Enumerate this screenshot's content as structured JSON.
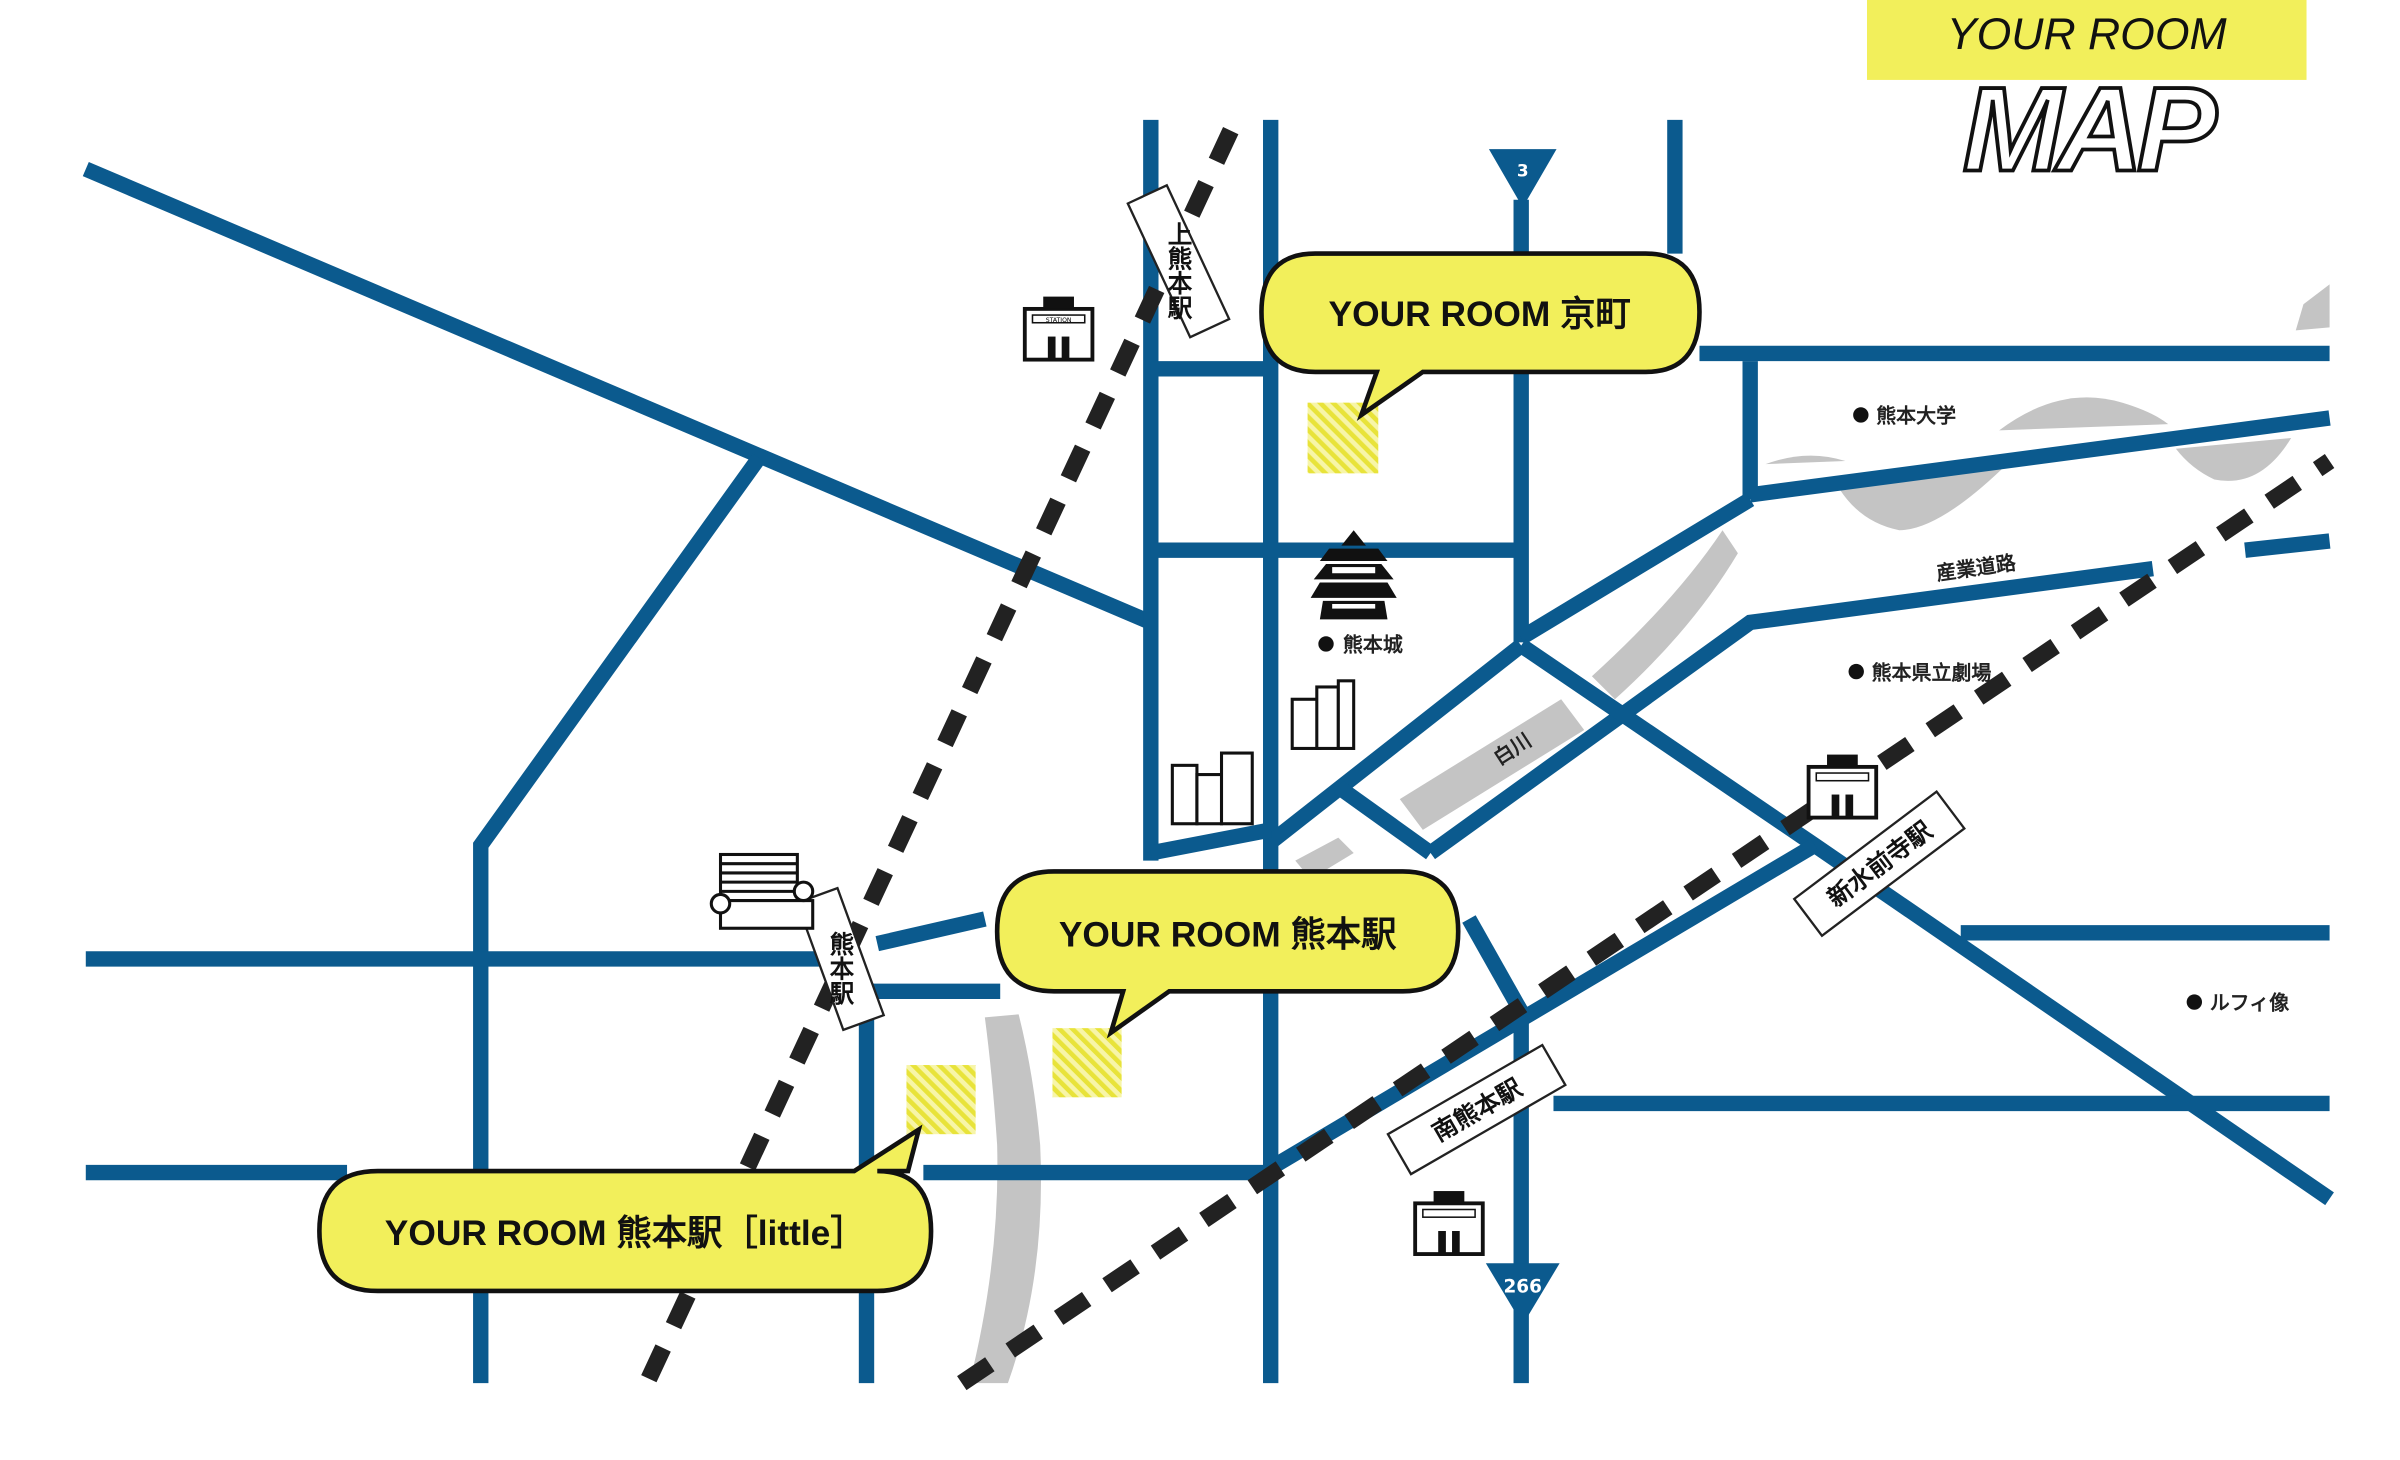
{
  "title": {
    "top": "YOUR ROOM",
    "bottom": "MAP"
  },
  "colors": {
    "road": "#0b5a8e",
    "accent": "#f2ef5b",
    "river": "#c4c4c4",
    "rail": "#222222"
  },
  "properties": [
    {
      "label": "YOUR ROOM 京町"
    },
    {
      "label": "YOUR ROOM 熊本駅"
    },
    {
      "label": "YOUR ROOM 熊本駅［little］"
    }
  ],
  "stations": {
    "kamikumamoto": "上熊本駅",
    "kumamoto": "熊本駅",
    "shinsuizenji": "新水前寺駅",
    "minamikumamoto": "南熊本駅",
    "icon_text": "STATION"
  },
  "landmarks": {
    "university": "熊本大学",
    "castle": "熊本城",
    "theater": "熊本県立劇場",
    "luffy": "ルフィ像",
    "sangyo_road": "産業道路",
    "shirakawa": "白川"
  },
  "routes": {
    "north": "3",
    "south": "266"
  }
}
